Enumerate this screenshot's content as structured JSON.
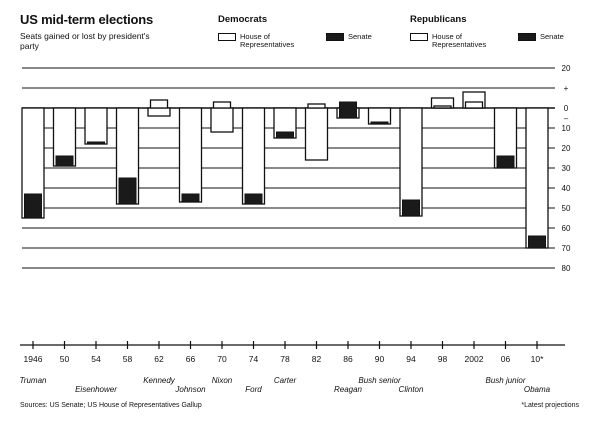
{
  "title": "US mid-term elections",
  "subtitle": "Seats gained or lost by president's party",
  "legend": {
    "democrats": "Democrats",
    "republicans": "Republicans",
    "house": "House of Representatives",
    "senate": "Senate"
  },
  "source": "Sources: US Senate; US House of Representatives Gallup",
  "footnote": "*Latest projections",
  "colors": {
    "house": "#ffffff",
    "senate": "#1a1a1a",
    "stroke": "#111111"
  },
  "chart_data": {
    "type": "bar",
    "ylim": [
      -80,
      20
    ],
    "yticks": [
      20,
      10,
      0,
      -10,
      -20,
      -30,
      -40,
      -50,
      -60,
      -70,
      -80
    ],
    "ytick_labels": [
      "20",
      "+",
      "0",
      "–",
      "10",
      "20",
      "30",
      "40",
      "50",
      "60",
      "70",
      "80"
    ],
    "grid": true,
    "categories": [
      "1946",
      "50",
      "54",
      "58",
      "62",
      "66",
      "70",
      "74",
      "78",
      "82",
      "86",
      "90",
      "94",
      "98",
      "2002",
      "06",
      "10*"
    ],
    "presidents": [
      {
        "name": "Truman",
        "index": 0
      },
      {
        "name": "Eisenhower",
        "index": 2
      },
      {
        "name": "Kennedy",
        "index": 4
      },
      {
        "name": "Johnson",
        "index": 5
      },
      {
        "name": "Nixon",
        "index": 6
      },
      {
        "name": "Ford",
        "index": 7
      },
      {
        "name": "Carter",
        "index": 8
      },
      {
        "name": "Reagan",
        "index": 10
      },
      {
        "name": "Bush senior",
        "index": 11
      },
      {
        "name": "Clinton",
        "index": 12
      },
      {
        "name": "Bush junior",
        "index": 15
      },
      {
        "name": "Obama",
        "index": 16
      }
    ],
    "party": [
      "D",
      "D",
      "R",
      "R",
      "D",
      "D",
      "R",
      "R",
      "D",
      "R",
      "R",
      "R",
      "D",
      "D",
      "R",
      "R",
      "D"
    ],
    "series": [
      {
        "name": "House of Representatives",
        "values": [
          -55,
          -29,
          -18,
          -48,
          -4,
          -47,
          -12,
          -48,
          -15,
          -26,
          -5,
          -8,
          -54,
          5,
          8,
          -30,
          -70
        ]
      },
      {
        "name": "Senate",
        "values": [
          -12,
          -5,
          -1,
          -13,
          3,
          -4,
          2,
          -5,
          -3,
          1,
          -8,
          -1,
          -8,
          0,
          2,
          -6,
          -6
        ]
      }
    ]
  }
}
